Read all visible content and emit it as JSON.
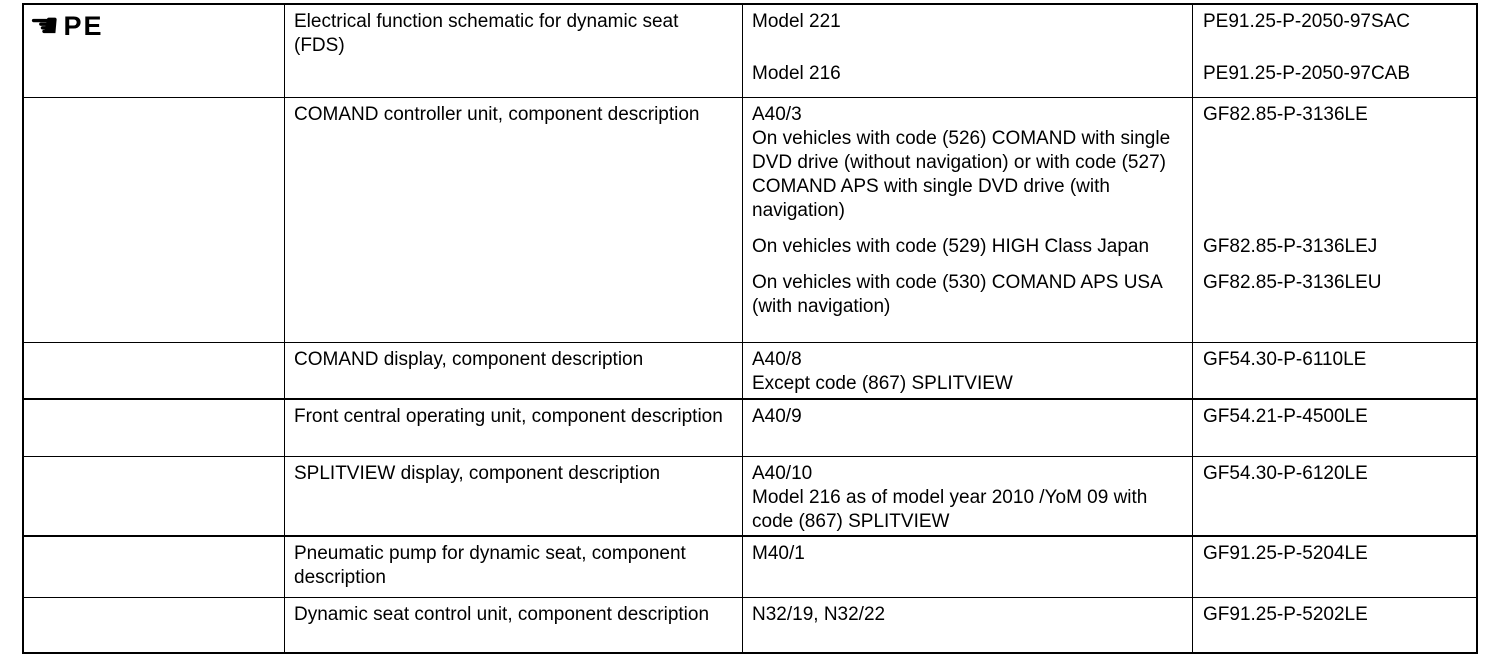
{
  "page": {
    "background": "#ffffff",
    "border_color": "#000000",
    "text_color": "#000000"
  },
  "marker": {
    "icon": "pointing-hand-icon",
    "icon_glyph": "☚",
    "label": "PE"
  },
  "rows": [
    {
      "description": "Electrical function schematic for dynamic seat (FDS)",
      "entries": [
        {
          "detail": "Model 221",
          "code": "PE91.25-P-2050-97SAC"
        },
        {
          "detail": "Model 216",
          "code": "PE91.25-P-2050-97CAB"
        }
      ]
    },
    {
      "description": "COMAND controller unit, component description",
      "entries": [
        {
          "detail": "A40/3\nOn vehicles with code (526) COMAND with single DVD drive (without navigation) or with code (527) COMAND APS with single DVD drive (with navigation)",
          "code": "GF82.85-P-3136LE"
        },
        {
          "detail": "On vehicles with code (529) HIGH Class Japan",
          "code": "GF82.85-P-3136LEJ"
        },
        {
          "detail": "On vehicles with code (530) COMAND APS USA (with navigation)",
          "code": "GF82.85-P-3136LEU"
        }
      ]
    },
    {
      "description": "COMAND display, component description",
      "entries": [
        {
          "detail": "A40/8\nExcept code (867) SPLITVIEW",
          "code": "GF54.30-P-6110LE"
        }
      ]
    },
    {
      "description": "Front central operating unit, component description",
      "entries": [
        {
          "detail": "A40/9",
          "code": "GF54.21-P-4500LE"
        }
      ]
    },
    {
      "description": "SPLITVIEW display, component description",
      "entries": [
        {
          "detail": "A40/10\nModel 216 as of model year 2010 /YoM 09 with code (867) SPLITVIEW",
          "code": "GF54.30-P-6120LE"
        }
      ]
    },
    {
      "description": "Pneumatic pump for dynamic seat, component description",
      "entries": [
        {
          "detail": "M40/1",
          "code": "GF91.25-P-5204LE"
        }
      ]
    },
    {
      "description": "Dynamic seat control unit, component description",
      "entries": [
        {
          "detail": "N32/19, N32/22",
          "code": "GF91.25-P-5202LE"
        }
      ]
    }
  ]
}
